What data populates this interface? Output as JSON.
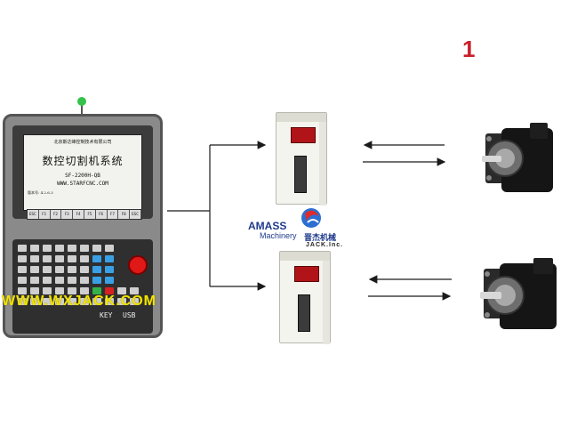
{
  "page_number": "1",
  "controller": {
    "company": "北京斯达峰控制技术有限公司",
    "system_name": "数控切割机系统",
    "model": "SF-2200H-QB",
    "website": "WWW.STARFCNC.COM",
    "version": "版本号: 4.2.6.3",
    "softkeys": [
      "ESC",
      "F1",
      "F2",
      "F3",
      "F4",
      "F5",
      "F6",
      "F7",
      "F8",
      "ESC"
    ],
    "key_label": "KEY",
    "usb_label": "USB",
    "watermark": "WWW.WXJACK.COM"
  },
  "logo": {
    "brand": "AMASS",
    "sub": "Machinery",
    "chinese": "晋杰机械",
    "jack": "JACK.Inc."
  },
  "colors": {
    "page_number": "#c8202b",
    "watermark": "#f2e400",
    "arrow": "#1a1a1a",
    "status_led": "#35c24a",
    "logo_blue": "#1f3a8c"
  }
}
